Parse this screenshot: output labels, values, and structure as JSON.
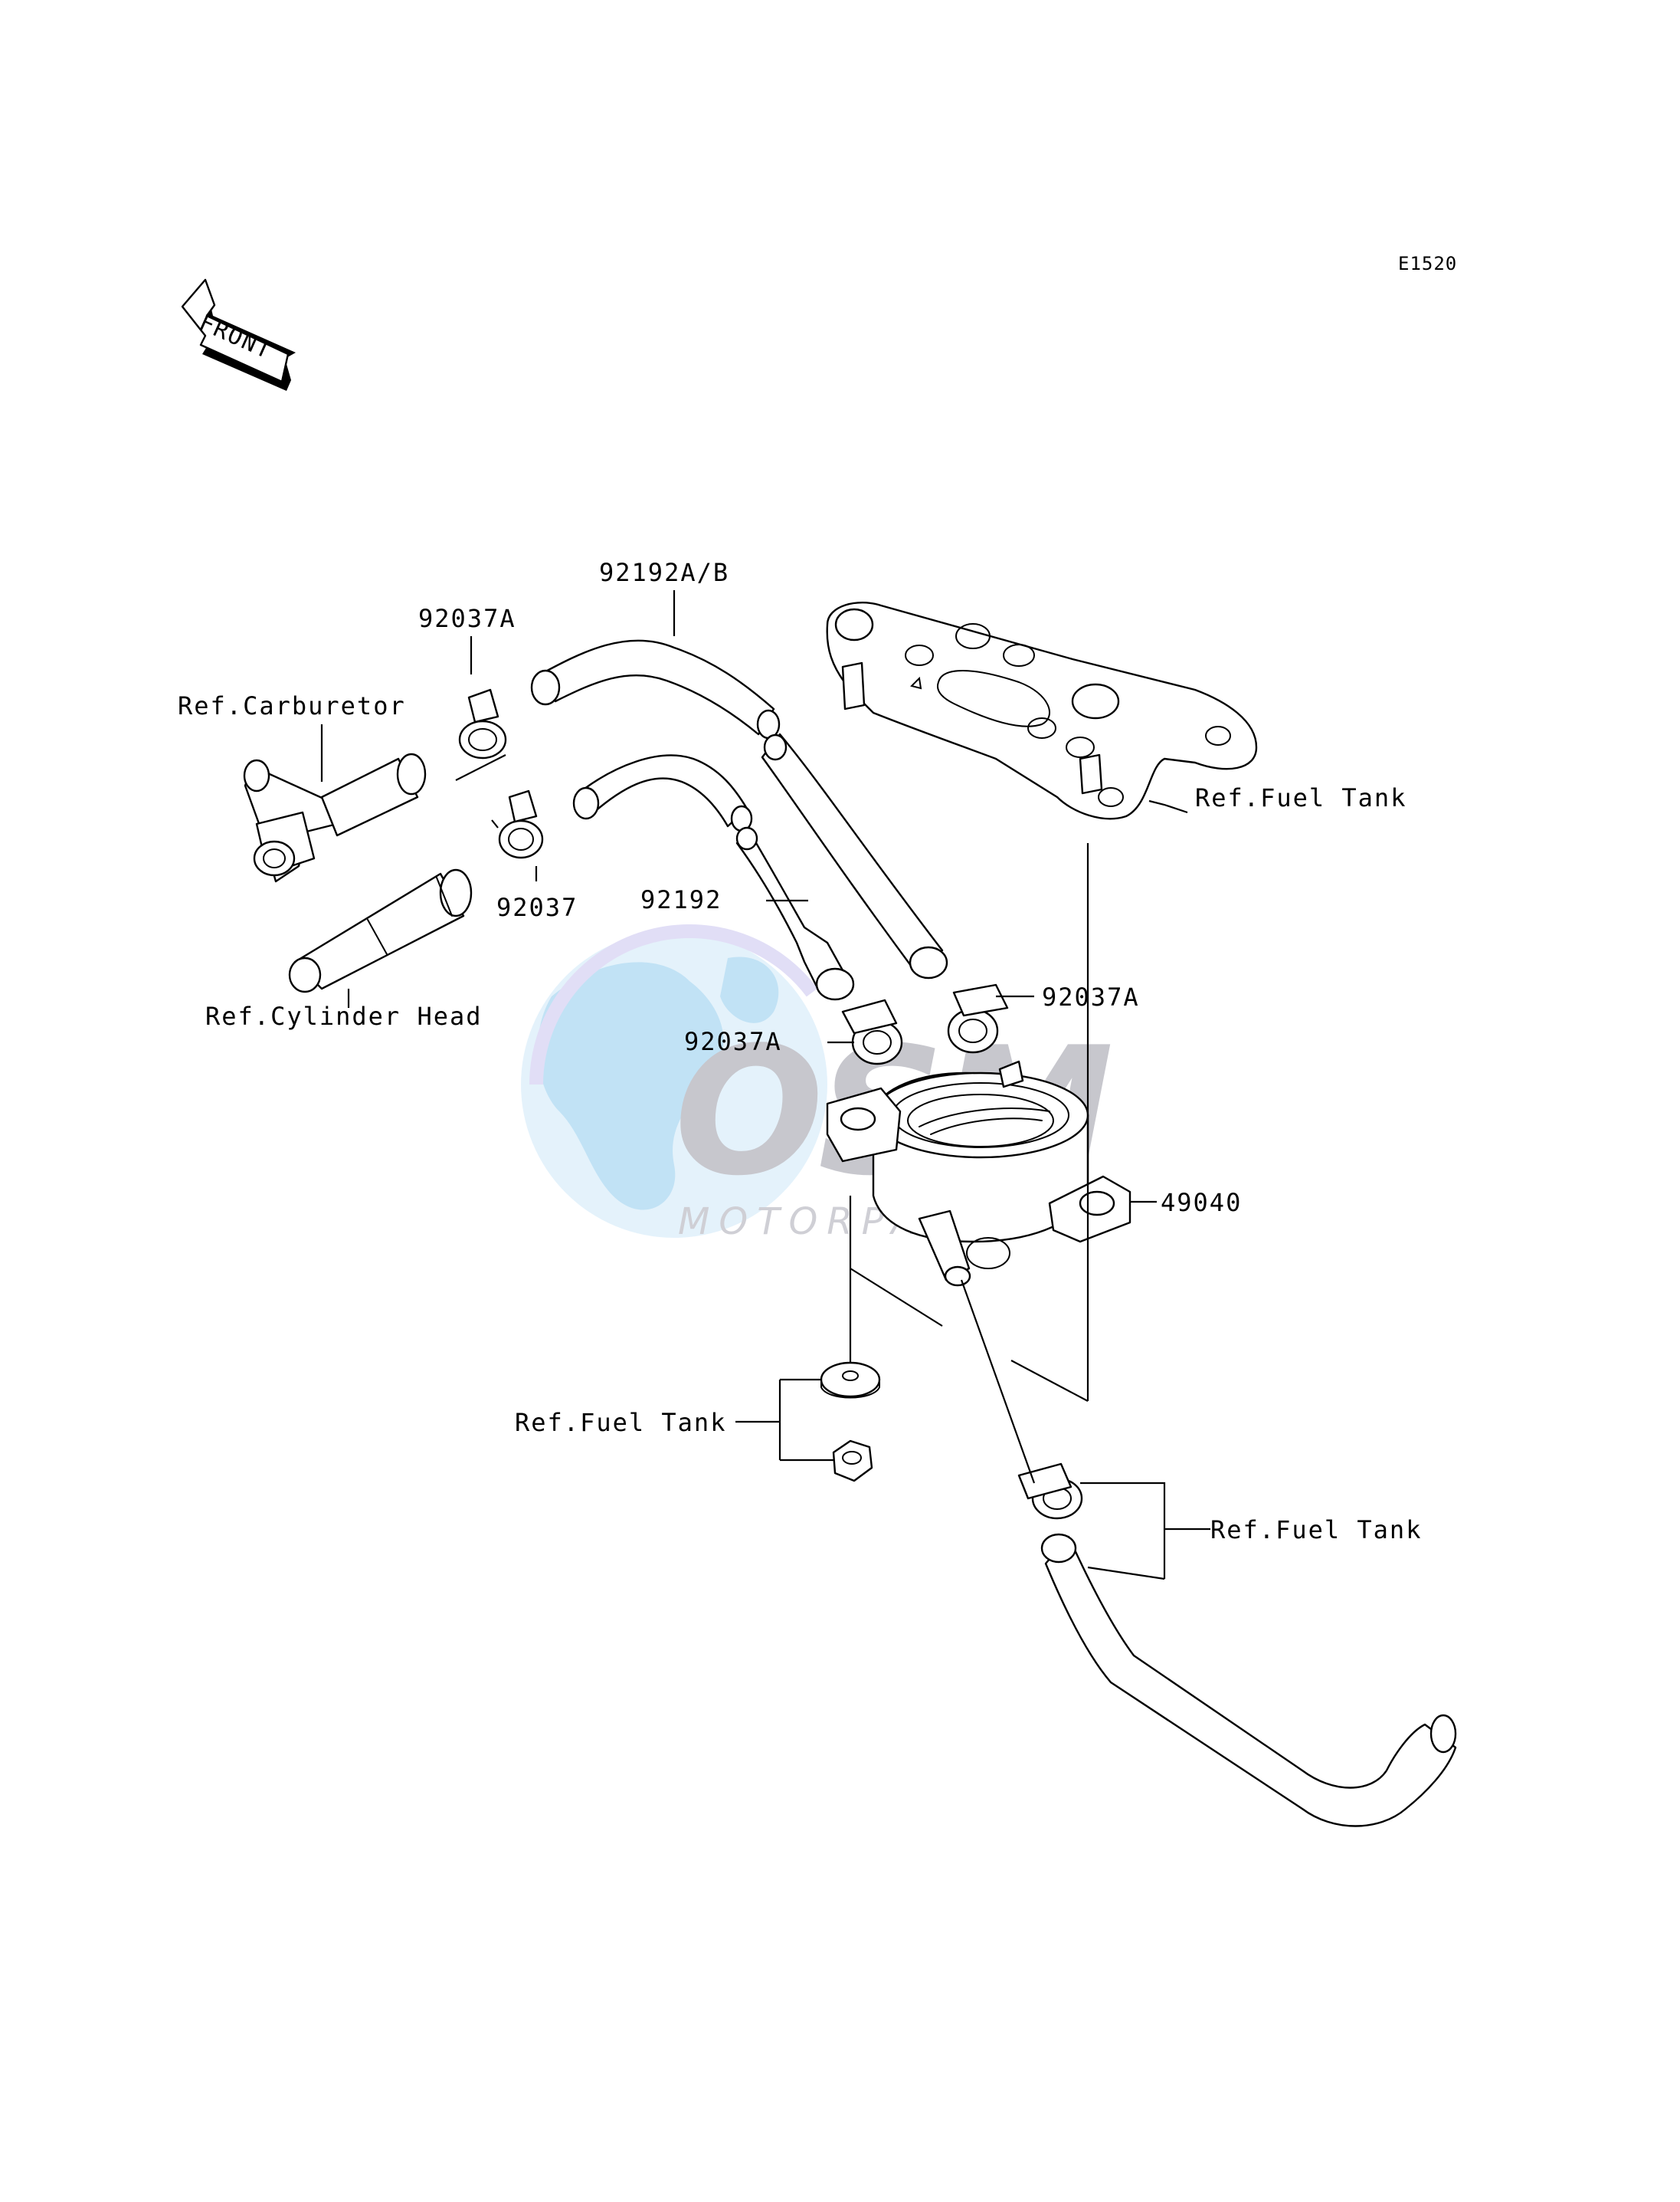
{
  "diagram_code": "E1520",
  "front_arrow_label": "FRONT",
  "labels": {
    "part_92192ab": "92192A/B",
    "part_92037a_top": "92037A",
    "ref_carburetor": "Ref.Carburetor",
    "part_92037": "92037",
    "part_92192": "92192",
    "ref_cylinder_head": "Ref.Cylinder Head",
    "ref_fuel_tank_top": "Ref.Fuel Tank",
    "part_92037a_right": "92037A",
    "part_92037a_mid": "92037A",
    "part_49040": "49040",
    "ref_fuel_tank_left": "Ref.Fuel Tank",
    "ref_fuel_tank_bottom": "Ref.Fuel Tank"
  },
  "watermark": {
    "brand": "OSM",
    "subtitle": "MOTORPARTS",
    "colors": {
      "globe": "#9fd4f0",
      "ring": "#c7c3ee",
      "text": "#b9b9c4"
    }
  }
}
